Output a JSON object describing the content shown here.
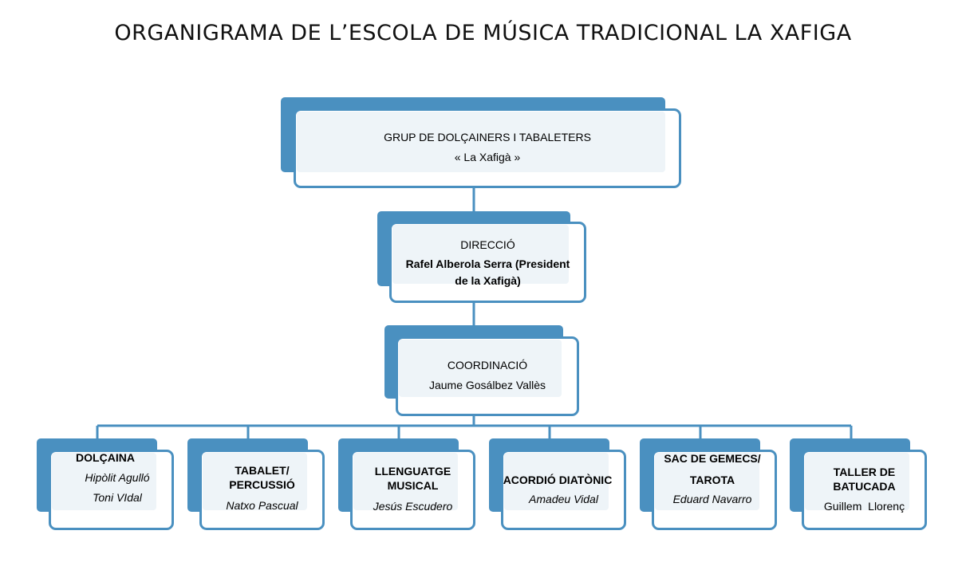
{
  "title": "ORGANIGRAMA DE L’ESCOLA DE MÚSICA TRADICIONAL LA XAFIGA",
  "colors": {
    "accent": "#4a90c0",
    "inner_fill": "#eef4f8"
  },
  "top": {
    "name": "GRUP DE DOLÇAINERS I TABALETERS",
    "subtitle": "« La Xafigà »"
  },
  "direction": {
    "role": "DIRECCIÓ",
    "person_line1": "Rafel Alberola Serra (President",
    "person_line2": "de la Xafigà)"
  },
  "coordination": {
    "role": "COORDINACIÓ",
    "person": "Jaume Gosálbez Vallès"
  },
  "departments": [
    {
      "title_line1": "DOLÇAINA",
      "title_line2": "",
      "person_line1": "Hipòlit Agulló",
      "person_line2": "Toni VIdal"
    },
    {
      "title_line1": "TABALET/",
      "title_line2": "PERCUSSIÓ",
      "person_line1": "Natxo Pascual",
      "person_line2": ""
    },
    {
      "title_line1": "LLENGUATGE",
      "title_line2": "MUSICAL",
      "person_line1": "Jesús Escudero",
      "person_line2": ""
    },
    {
      "title_line1": "ACORDIÓ DIATÒNIC",
      "title_line2": "",
      "person_line1": "Amadeu Vidal",
      "person_line2": ""
    },
    {
      "title_line1": "SAC DE GEMECS/",
      "title_line2": "TAROTA",
      "person_line1": "Eduard Navarro",
      "person_line2": ""
    },
    {
      "title_line1": "TALLER DE",
      "title_line2": "BATUCADA",
      "person_line1": "Guillem  Llorenç",
      "person_line2": ""
    }
  ]
}
